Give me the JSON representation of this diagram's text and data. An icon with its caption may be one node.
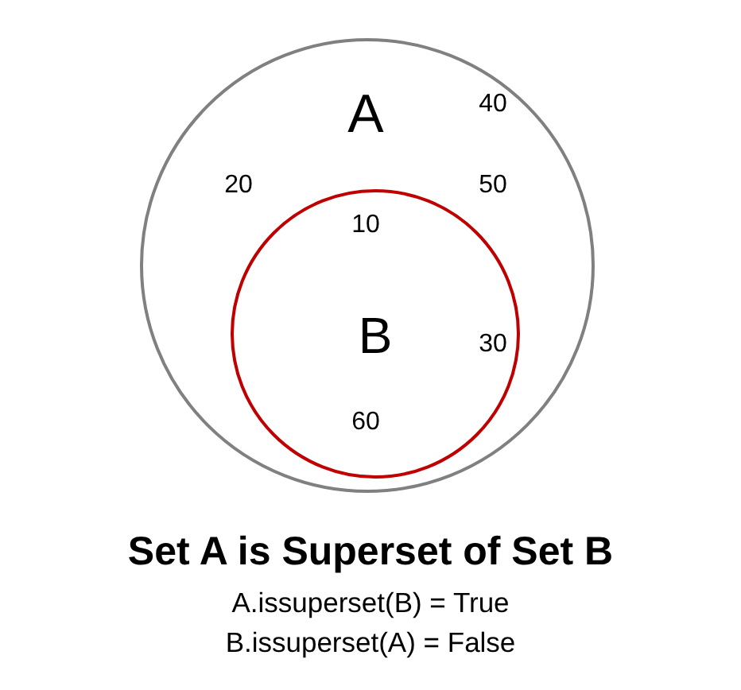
{
  "diagram": {
    "title": "Set A is Superset of Set B",
    "nodes": [
      {
        "text": [
          "A",
          "40",
          "20",
          "50"
        ]
      },
      {
        "text": [
          "10",
          "B",
          "30",
          "60"
        ],
        "in": 0
      }
    ],
    "labels": [
      "A.issuperset(B) = True",
      "B.issuperset(A) = False"
    ]
  }
}
